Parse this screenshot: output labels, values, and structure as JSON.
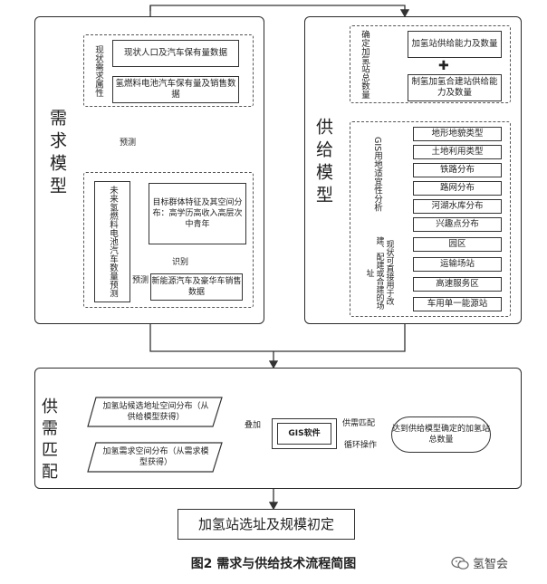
{
  "demand": {
    "title": "需求模型",
    "status_label": "现状需求属性",
    "status_items": [
      "现状人口及汽车保有量数据",
      "氢燃料电池汽车保有量及销售数据"
    ],
    "predict_label": "预测",
    "forecast_box": "未来氢燃料电池汽车数量预测",
    "target_box": "目标群体特征及其空间分布：高学历高收入高层次中青年",
    "identify_label": "识别",
    "sales_box": "新能源汽车及豪华车销售数据",
    "predict_label2": "预测"
  },
  "supply": {
    "title": "供给模型",
    "total_label": "确定加氢站总数量",
    "capacity_box": "加氢站供给能力及数量",
    "plus": "✚",
    "production_box": "制氢加氢合建站供给能力及数量",
    "gis_label": "GIS用地适宜性分析",
    "gis_items": [
      "地形地貌类型",
      "土地利用类型",
      "铁路分布",
      "路网分布",
      "河湖水库分布",
      "兴趣点分布"
    ],
    "site_label": "现状可直接用于改建、配建或合建的场址",
    "site_items": [
      "园区",
      "运输场站",
      "高速服务区",
      "车用单一能源站"
    ]
  },
  "matching": {
    "title": "供需匹配",
    "input1": "加氢站候选地址空间分布（从供给模型获得）",
    "input2": "加氢需求空间分布（从需求模型获得）",
    "overlay_label": "叠加",
    "gis_software": "GIS软件",
    "match_label": "供需匹配",
    "loop_label": "循环操作",
    "result": "达到供给模型确定的加氢站总数量"
  },
  "final_box": "加氢站选址及规模初定",
  "caption": "图2  需求与供给技术流程简图",
  "watermark": "氢智会",
  "watermark_icon": "wechat-icon"
}
